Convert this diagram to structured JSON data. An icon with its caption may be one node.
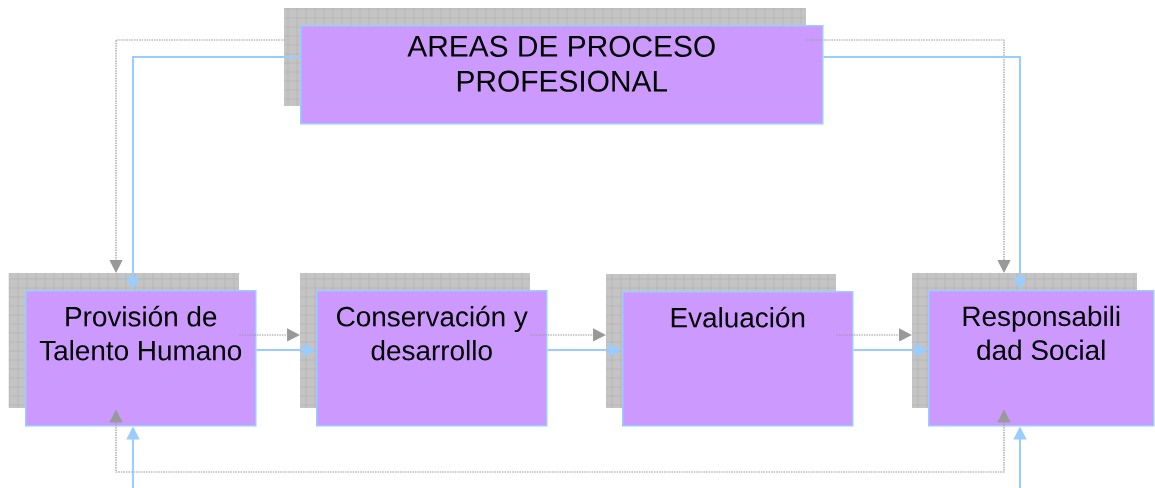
{
  "diagram": {
    "nodes": [
      {
        "text": [
          "AREAS DE PROCESO PROFESIONAL"
        ]
      },
      {
        "text": [
          "Provisión de Talento Humano"
        ]
      },
      {
        "text": [
          "Conservación y desarrollo"
        ]
      },
      {
        "text": [
          "Evaluación"
        ]
      },
      {
        "text": [
          "Responsabili dad Social"
        ]
      }
    ],
    "edges": [
      {
        "from": 0,
        "to": 1,
        "arrow": "to",
        "style": "dashed",
        "color": "#999999"
      },
      {
        "from": 0,
        "to": 1,
        "arrow": "to"
      },
      {
        "from": 0,
        "to": 4,
        "arrow": "to",
        "style": "dashed",
        "color": "#999999"
      },
      {
        "from": 0,
        "to": 4,
        "arrow": "to"
      },
      {
        "from": 1,
        "to": 2,
        "arrow": "to",
        "style": "dashed",
        "color": "#999999"
      },
      {
        "from": 1,
        "to": 2,
        "arrow": "to"
      },
      {
        "from": 2,
        "to": 3,
        "arrow": "to",
        "style": "dashed",
        "color": "#999999"
      },
      {
        "from": 2,
        "to": 3,
        "arrow": "to"
      },
      {
        "from": 3,
        "to": 4,
        "arrow": "to",
        "style": "dashed",
        "color": "#999999"
      },
      {
        "from": 3,
        "to": 4,
        "arrow": "to"
      },
      {
        "from": 1,
        "to": 4,
        "arrow": "both",
        "style": "dashed",
        "color": "#999999"
      },
      {
        "from": null,
        "to": 1,
        "arrow": "to"
      },
      {
        "from": null,
        "to": 4,
        "arrow": "to"
      }
    ]
  }
}
